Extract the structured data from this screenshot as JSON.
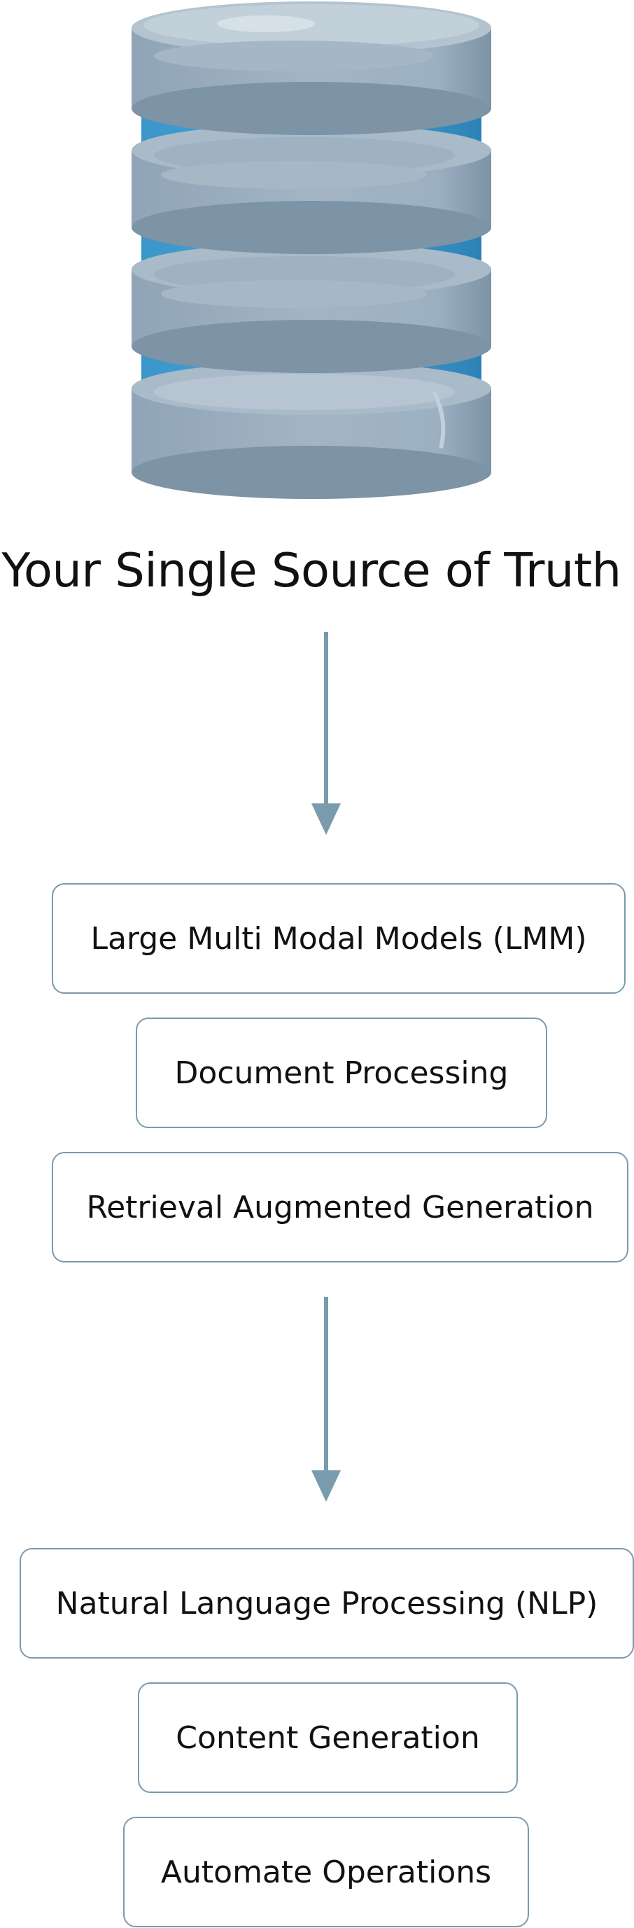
{
  "header": {
    "title": "Your Single Source of Truth",
    "icon": "database-icon"
  },
  "colors": {
    "disk_gray": "#9aaebf",
    "disk_dark": "#7d93a6",
    "disk_light": "#b9c8d4",
    "band_blue": "#3f9ed1",
    "band_blue_dark": "#2a7fb3",
    "arrow": "#7a9aae",
    "box_border": "#7a9aae"
  },
  "group1": {
    "items": [
      "Large Multi Modal Models (LMM)",
      "Document Processing",
      "Retrieval Augmented Generation"
    ]
  },
  "group2": {
    "items": [
      "Natural Language Processing (NLP)",
      "Content Generation",
      "Automate Operations"
    ]
  }
}
